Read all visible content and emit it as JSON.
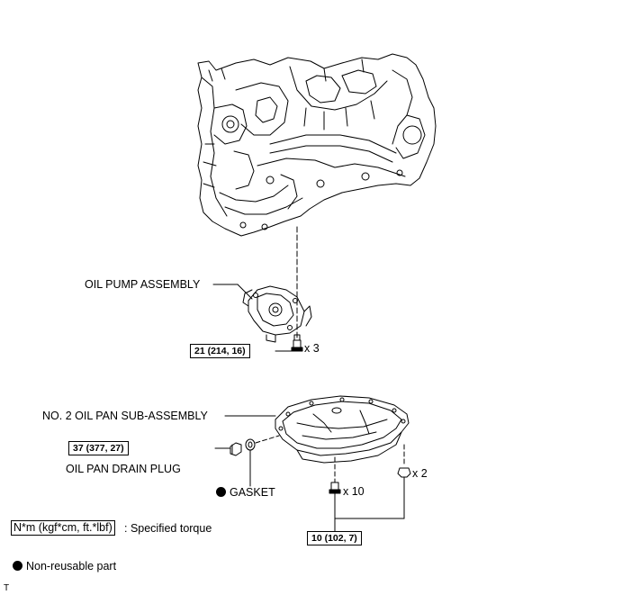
{
  "parts": {
    "oil_pump": "OIL PUMP ASSEMBLY",
    "oil_pan": "NO. 2 OIL PAN SUB-ASSEMBLY",
    "drain_plug": "OIL PAN DRAIN PLUG",
    "gasket": "GASKET"
  },
  "torques": {
    "pump_bolt": "21 (214, 16)",
    "drain_plug": "37 (377, 27)",
    "pan_bolts": "10 (102, 7)"
  },
  "quantities": {
    "pump_bolts": "x 3",
    "pan_bolts": "x 10",
    "pan_nuts": "x 2"
  },
  "legend": {
    "torque_unit": "N*m (kgf*cm, ft.*lbf)",
    "torque_desc": ": Specified torque",
    "non_reusable": "Non-reusable part"
  },
  "corner_mark": "T"
}
